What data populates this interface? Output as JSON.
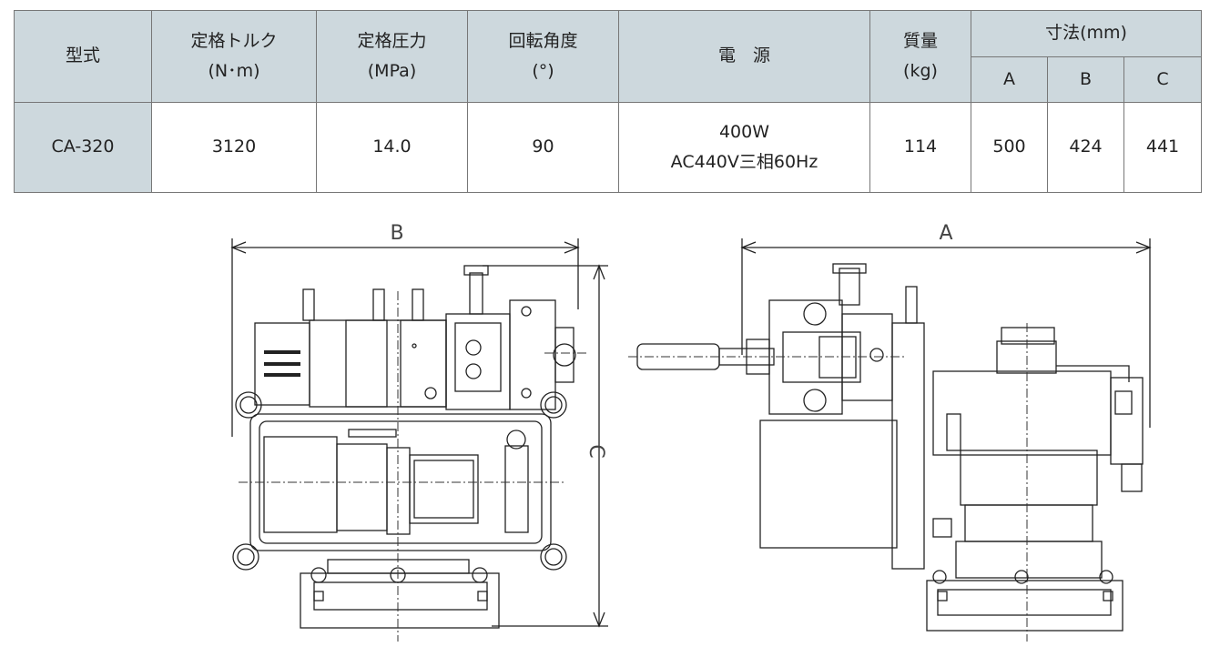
{
  "headers": {
    "model": "型式",
    "torque": "定格トルク",
    "torque_unit": "(N･m)",
    "pressure": "定格圧力",
    "pressure_unit": "(MPa)",
    "angle": "回転角度",
    "angle_unit": "(°)",
    "power": "電　源",
    "mass": "質量",
    "mass_unit": "(kg)",
    "dimensions": "寸法(mm)",
    "dim_a": "A",
    "dim_b": "B",
    "dim_c": "C"
  },
  "row": {
    "model": "CA-320",
    "torque": "3120",
    "pressure": "14.0",
    "angle": "90",
    "power_line1": "400W",
    "power_line2": "AC440V三相60Hz",
    "mass": "114",
    "a": "500",
    "b": "424",
    "c": "441"
  },
  "drawing_labels": {
    "b": "B",
    "c": "C",
    "a": "A"
  }
}
